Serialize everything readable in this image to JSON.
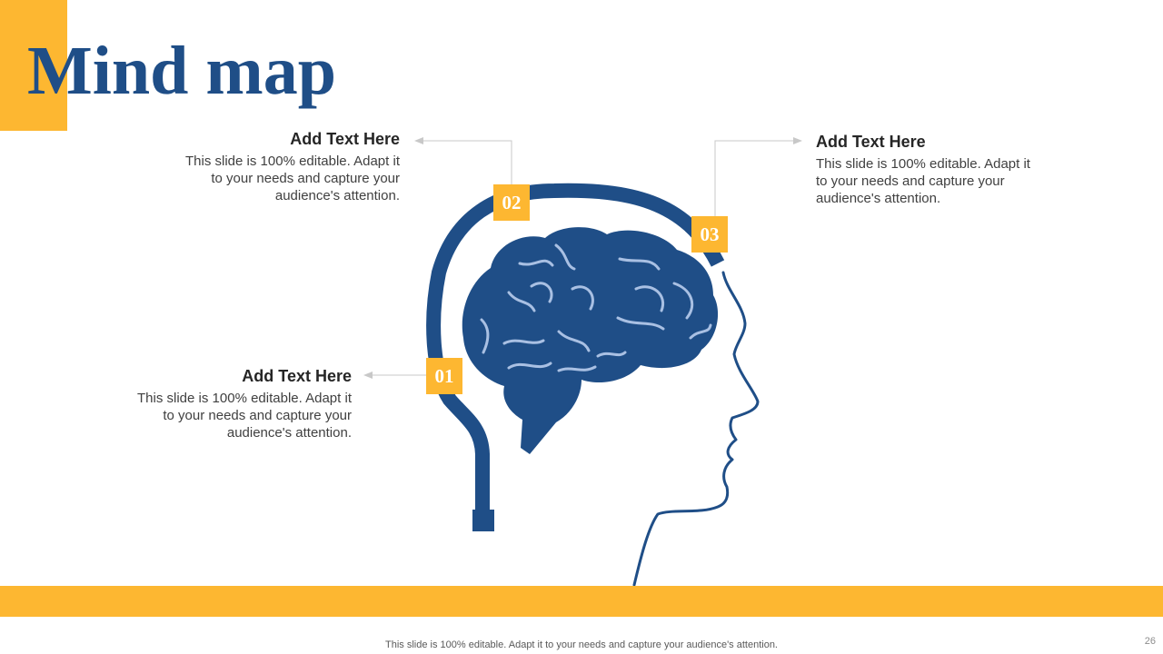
{
  "slide": {
    "title": "Mind map",
    "footer_note": "This slide is 100% editable. Adapt it to your needs and capture your audience's attention.",
    "page_number": "26"
  },
  "markers": [
    {
      "label": "01",
      "heading": "Add Text Here",
      "body": "This slide is 100% editable. Adapt it to your needs and capture your audience's attention."
    },
    {
      "label": "02",
      "heading": "Add Text Here",
      "body": "This slide is 100% editable. Adapt it to your needs and capture your audience's attention."
    },
    {
      "label": "03",
      "heading": "Add Text Here",
      "body": "This slide is 100% editable. Adapt it to your needs and capture your audience's attention."
    }
  ],
  "colors": {
    "accent": "#FDB731",
    "primary": "#1F4E87",
    "brain_lines": "#A9C0E3"
  }
}
